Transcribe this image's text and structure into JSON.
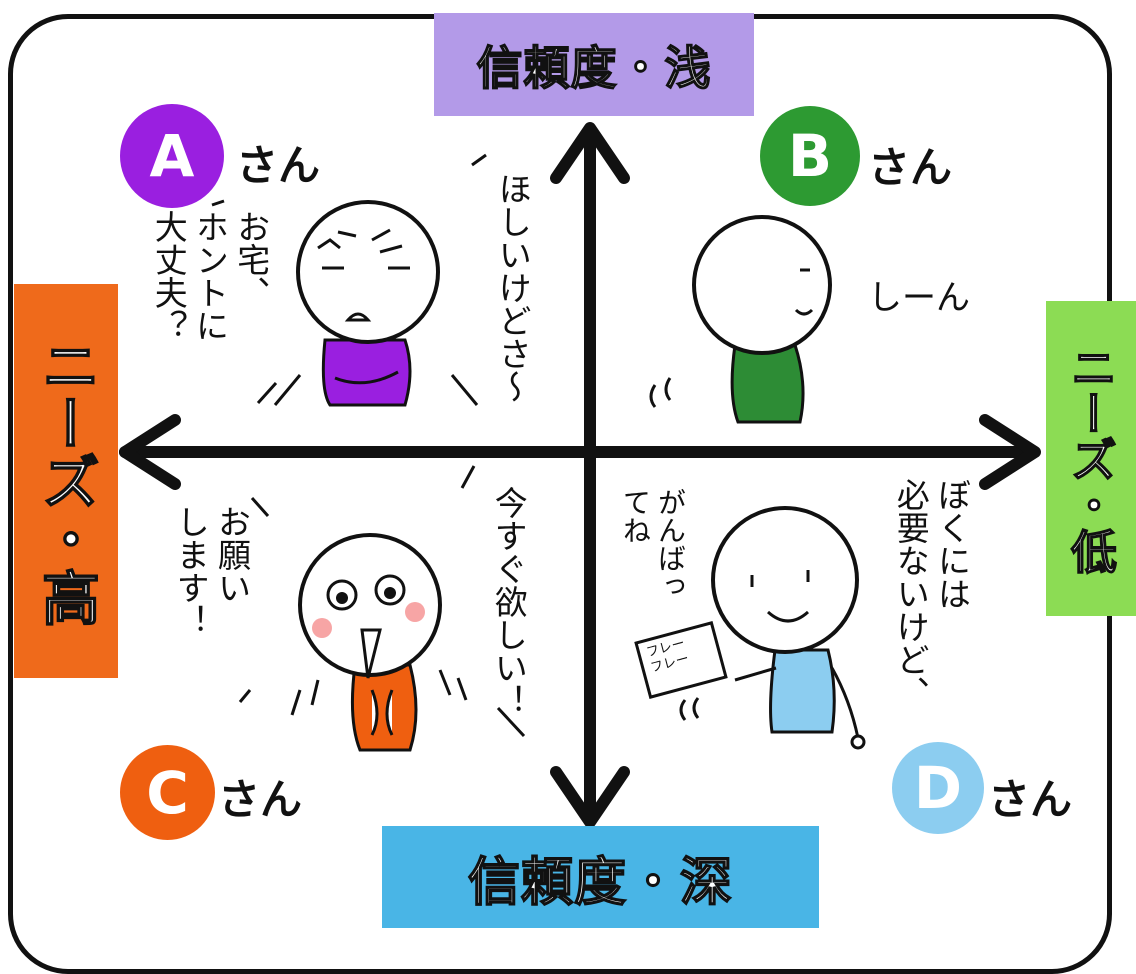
{
  "axes": {
    "top": "信頼度・浅",
    "bottom": "信頼度・深",
    "left": "ニーズ・高",
    "right": "ニーズ・低"
  },
  "persons": {
    "a": {
      "letter": "A",
      "suffix": "さん",
      "color": "#9a1fe0",
      "quote_left": "お宅、\nホントに\n大丈夫？",
      "quote_right": "ほしいけどさ〜"
    },
    "b": {
      "letter": "B",
      "suffix": "さん",
      "color": "#2d9a32",
      "quote": "しーん"
    },
    "c": {
      "letter": "C",
      "suffix": "さん",
      "color": "#ef5f10",
      "quote_left": "お願い\nします！",
      "quote_right": "今すぐ欲しい！"
    },
    "d": {
      "letter": "D",
      "suffix": "さん",
      "color": "#8ccdf0",
      "quote_left": "がんばっ\nてね",
      "quote_right": "ぼくには\n必要ないけど、",
      "sign": "フレー\nフレー"
    }
  }
}
